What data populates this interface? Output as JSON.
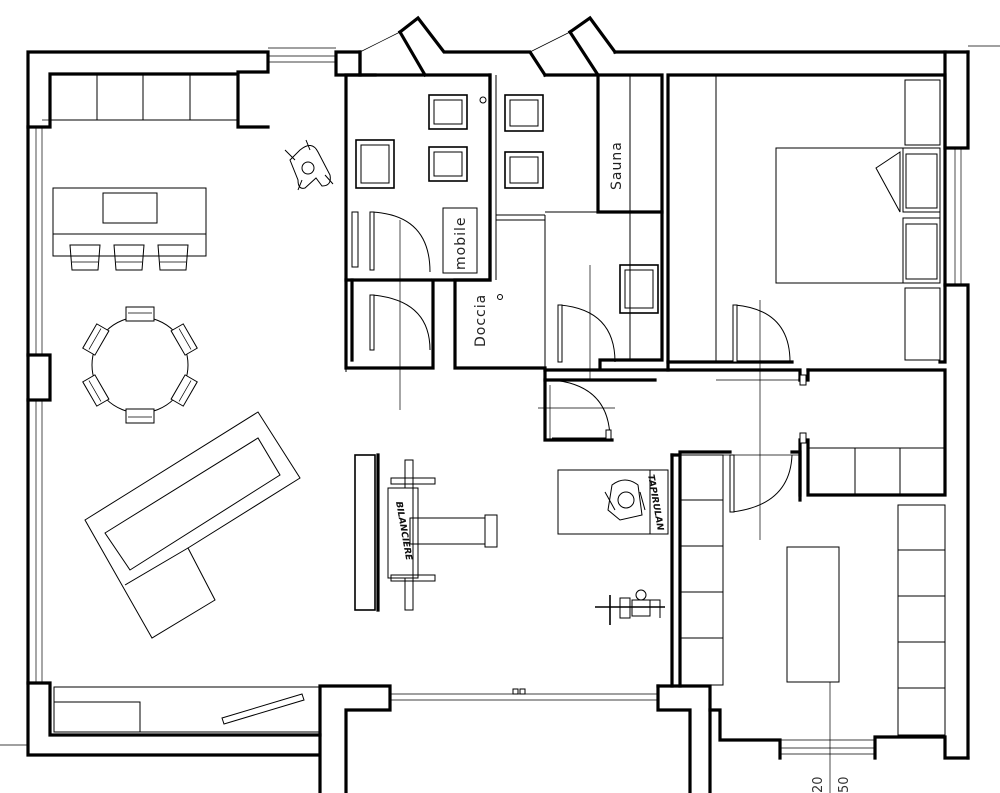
{
  "rooms": {
    "sauna": "Sauna",
    "mobile": "mobile",
    "doccia": "Doccia"
  },
  "equipment": {
    "bilanciere": "BILANCIERE",
    "tapirulan": "TAPIRULAN"
  },
  "dimensions": {
    "dim_a": "20",
    "dim_b": "50"
  }
}
